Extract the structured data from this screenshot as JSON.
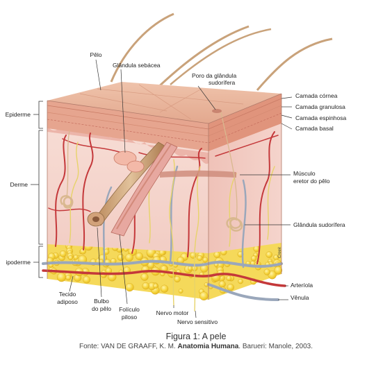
{
  "labels": {
    "pelo": "Pêlo",
    "glandula_sebacea": "Glândula sebácea",
    "poro_line1": "Poro da glândula",
    "poro_line2": "sudorífera",
    "camada_cornea": "Camada córnea",
    "camada_granulosa": "Camada granulosa",
    "camada_espinhosa": "Camada espinhosa",
    "camada_basal": "Camada basal",
    "musculo_line1": "Músculo",
    "musculo_line2": "eretor do pêlo",
    "glandula_sudorifera": "Glândula sudorífera",
    "arteriola": "Arteríola",
    "venula": "Vênula",
    "epiderme": "Epiderme",
    "derme": "Derme",
    "hipoderme": "ipoderme",
    "tecido_line1": "Tecido",
    "tecido_line2": "adiposo",
    "bulbo_line1": "Bulbo",
    "bulbo_line2": "do pêlo",
    "foliculo_line1": "Folículo",
    "foliculo_line2": "piloso",
    "nervo_motor": "Nervo motor",
    "nervo_sensitivo": "Nervo sensitivo",
    "signature": "Creek"
  },
  "caption": "Figura 1: A pele",
  "source": {
    "prefix": "Fonte: VAN DE GRAAFF, K. M. ",
    "title": "Anatomia Humana",
    "suffix": ". Barueri: Manole, 2003."
  },
  "colors": {
    "epidermis_top": "#eab79d",
    "epidermis_side": "#e29c85",
    "dermis": "#f6d6cf",
    "dermis_right": "#f0c6bd",
    "fat": "#f4d53e",
    "artery": "#c4383a",
    "vein": "#9aa7bb",
    "nerve": "#e7d36a"
  }
}
